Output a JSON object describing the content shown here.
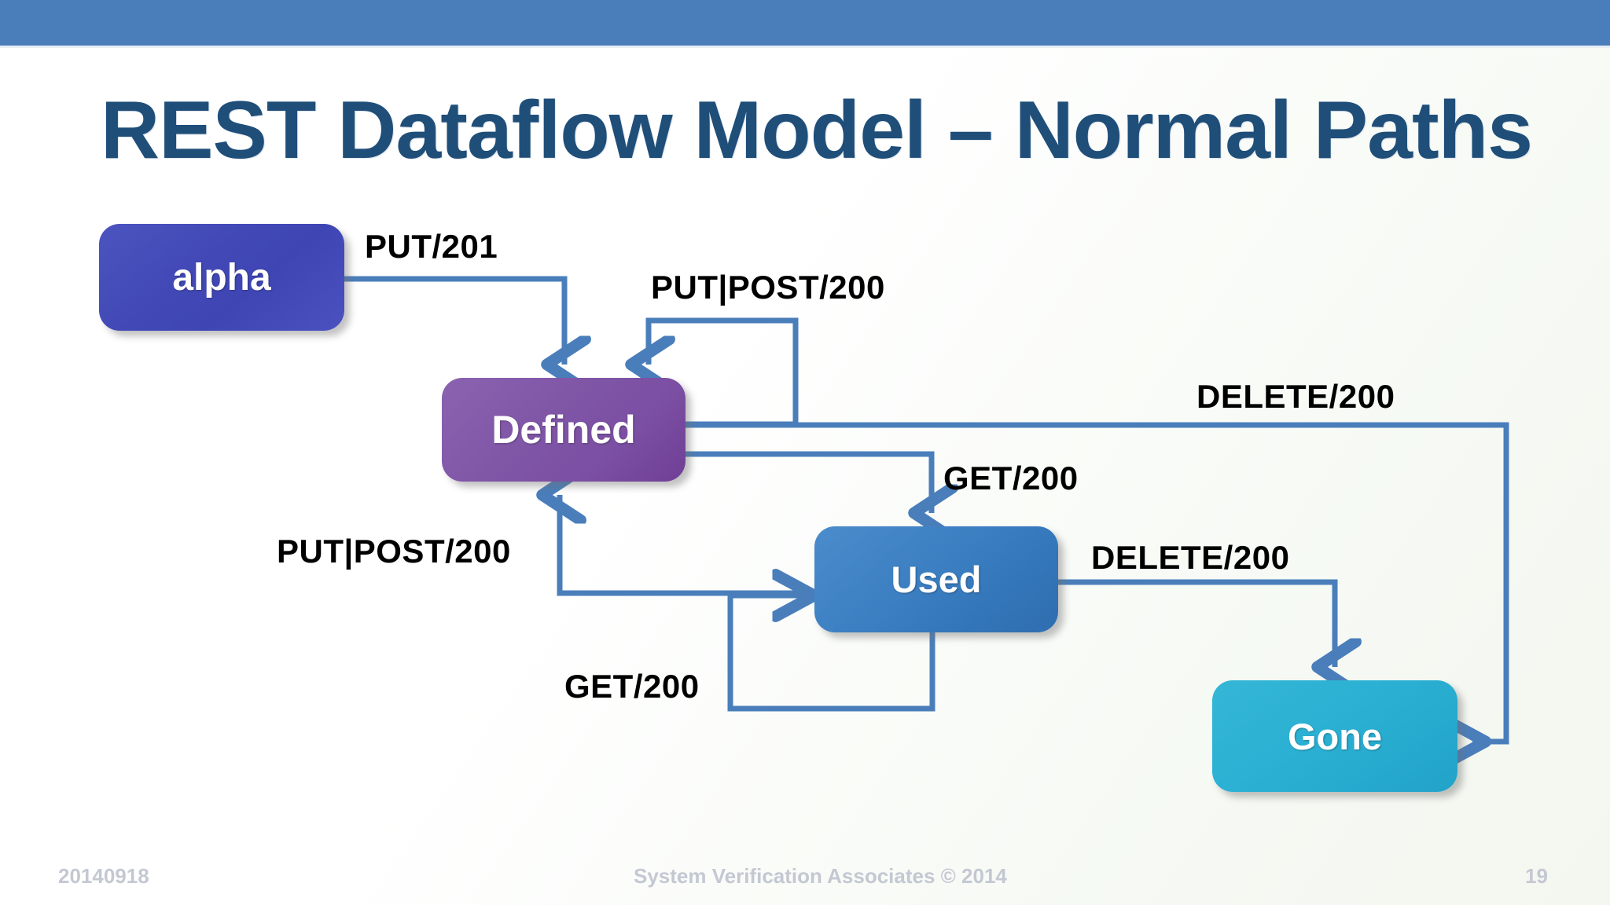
{
  "slide": {
    "title": "REST Dataflow Model – Normal Paths",
    "accent_bar_color": "#4a7ebb",
    "title_color": "#1f4e79",
    "background_color": "#ffffff"
  },
  "nodes": [
    {
      "id": "alpha",
      "label": "alpha",
      "color": "#4249b6"
    },
    {
      "id": "defined",
      "label": "Defined",
      "color": "#7b4fa3"
    },
    {
      "id": "used",
      "label": "Used",
      "color": "#3376b9"
    },
    {
      "id": "gone",
      "label": "Gone",
      "color": "#26aace"
    }
  ],
  "edges": [
    {
      "id": "alpha-defined",
      "label": "PUT/201",
      "from": "alpha",
      "to": "defined"
    },
    {
      "id": "defined-loop",
      "label": "PUT|POST/200",
      "from": "defined",
      "to": "defined"
    },
    {
      "id": "defined-used",
      "label": "GET/200",
      "from": "defined",
      "to": "used"
    },
    {
      "id": "used-defined",
      "label": "PUT|POST/200",
      "from": "used",
      "to": "defined"
    },
    {
      "id": "used-loop",
      "label": "GET/200",
      "from": "used",
      "to": "used"
    },
    {
      "id": "used-gone",
      "label": "DELETE/200",
      "from": "used",
      "to": "gone"
    },
    {
      "id": "defined-gone",
      "label": "DELETE/200",
      "from": "defined",
      "to": "gone"
    }
  ],
  "connector_color": "#4a7ebb",
  "footer": {
    "date": "20140918",
    "center": "System Verification Associates   © 2014",
    "page_number": "19"
  }
}
